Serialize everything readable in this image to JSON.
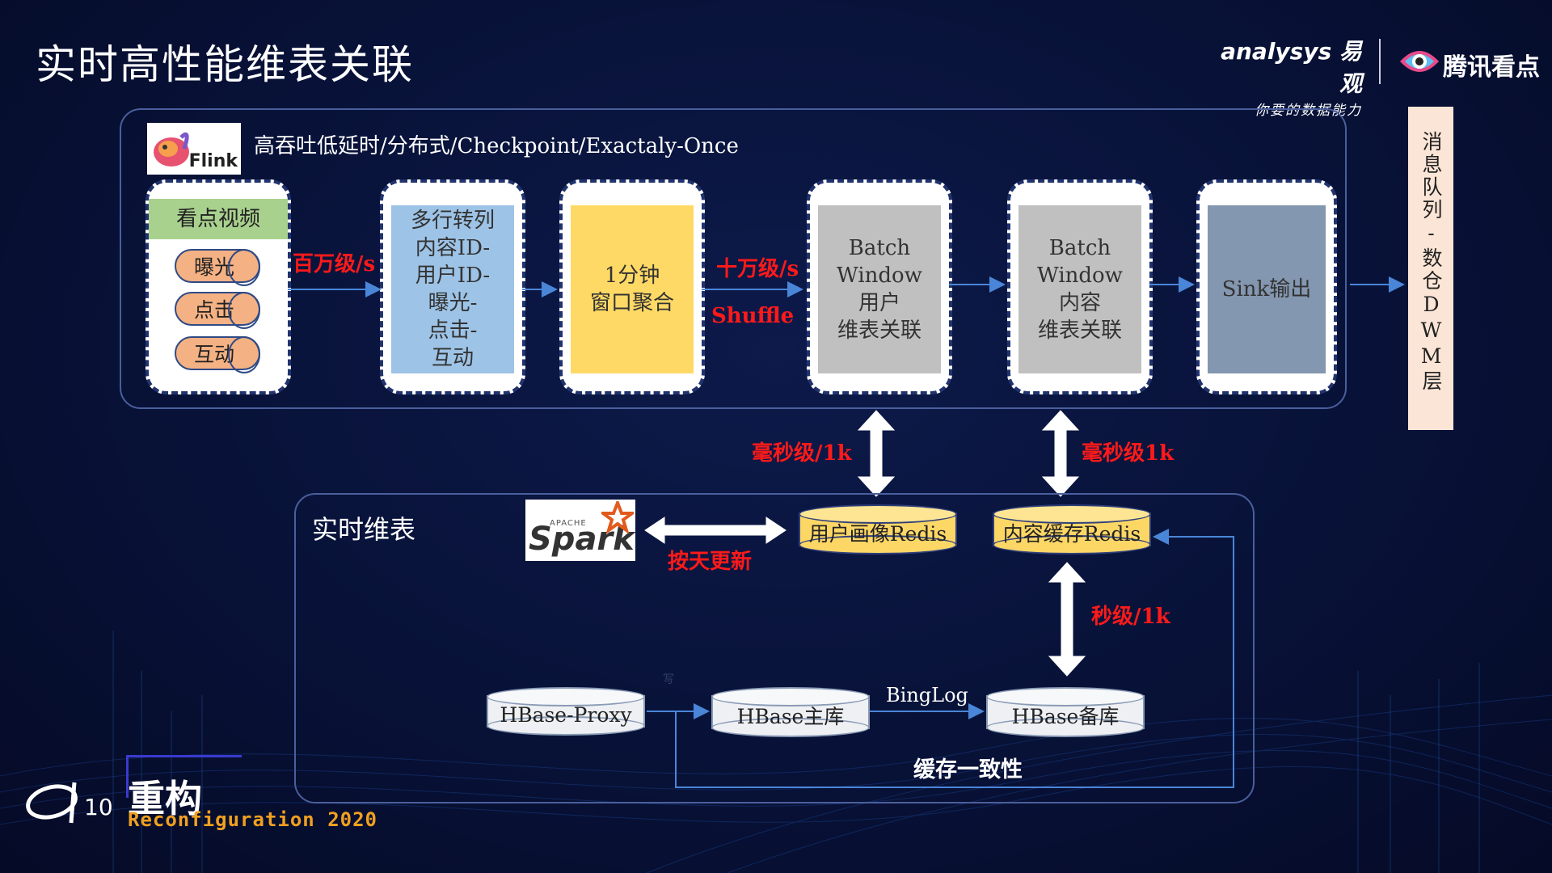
{
  "title": "实时高性能维表关联",
  "brand": {
    "analysys": "analysys 易观",
    "analysys_slogan": "你要的数据能力",
    "tencent": "腾讯看点",
    "conf_logo": "10",
    "conf_title": "重构",
    "conf_sub": "Reconfiguration 2020"
  },
  "top_section": {
    "flink_logo": "Flink",
    "header": "高吞吐低延时/分布式/Checkpoint/Exactaly-Once",
    "source": {
      "title": "看点视频",
      "items": [
        "曝光",
        "点击",
        "互动"
      ]
    },
    "nodes": [
      {
        "id": "row-to-col",
        "text": "多行转列\n内容ID-\n用户ID-\n曝光-\n点击-\n互动",
        "color": "#9dc3e6"
      },
      {
        "id": "window-agg",
        "text": "1分钟\n窗口聚合",
        "color": "#ffd966"
      },
      {
        "id": "user-join",
        "text": "Batch\nWindow\n用户\n维表关联",
        "color": "#c0c0c0"
      },
      {
        "id": "content-join",
        "text": "Batch\nWindow\n内容\n维表关联",
        "color": "#c0c0c0"
      },
      {
        "id": "sink",
        "text": "Sink输出",
        "color": "#8497b0"
      }
    ],
    "edge_labels": {
      "million": "百万级/s",
      "hundred_k": "十万级/s",
      "shuffle": "Shuffle"
    }
  },
  "queue": {
    "text": "消息队列-数仓DWM层"
  },
  "bottom_section": {
    "title": "实时维表",
    "spark_logo": "Spark",
    "spark_apache": "APACHE",
    "daily_update": "按天更新",
    "user_redis": "用户画像Redis",
    "content_redis": "内容缓存Redis",
    "ms_user": "毫秒级/1k",
    "ms_content": "毫秒级1k",
    "sec": "秒级/1k",
    "hbase_proxy": "HBase-Proxy",
    "hbase_master": "HBase主库",
    "hbase_slave": "HBase备库",
    "binlog": "BingLog",
    "consistency": "缓存一致性",
    "write_mark": "写"
  }
}
